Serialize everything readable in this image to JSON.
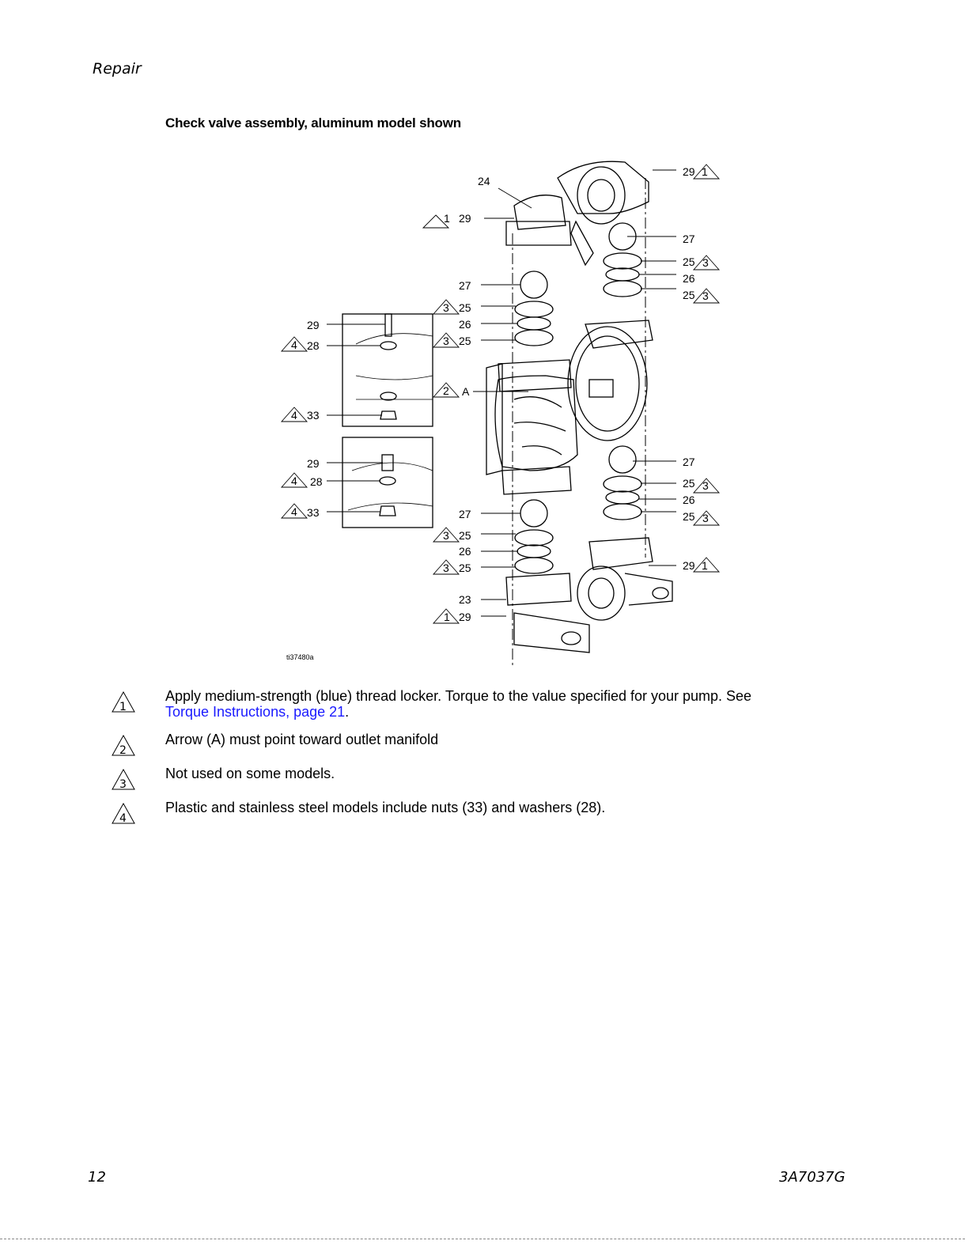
{
  "header": {
    "section": "Repair"
  },
  "figure": {
    "title": "Check valve assembly, aluminum model shown",
    "code": "ti37480a",
    "callouts": {
      "c24": "24",
      "c29_tl": "29",
      "c29_tr": "29",
      "c27_ru": "27",
      "c25_ru1": "25",
      "c26_ru": "26",
      "c25_ru2": "25",
      "c27_lu": "27",
      "c25_lu1": "25",
      "c26_lu": "26",
      "c25_lu2": "25",
      "cA": "A",
      "c29_i1": "29",
      "c28_i1": "28",
      "c33_i1": "33",
      "c29_i2": "29",
      "c28_i2": "28",
      "c33_i2": "33",
      "c27_rl": "27",
      "c25_rl1": "25",
      "c26_rl": "26",
      "c25_rl2": "25",
      "c29_br": "29",
      "c27_ll": "27",
      "c25_ll1": "25",
      "c26_ll": "26",
      "c25_ll2": "25",
      "c23": "23",
      "c29_bl": "29"
    },
    "flags": {
      "one": "1",
      "two": "2",
      "three": "3",
      "four": "4"
    }
  },
  "notes": [
    {
      "number": "1",
      "text": "Apply medium-strength (blue) thread locker.  Torque to the value specified for your pump.  See ",
      "link": "Torque Instructions, page 21",
      "suffix": "."
    },
    {
      "number": "2",
      "text": "Arrow (A) must point toward outlet manifold"
    },
    {
      "number": "3",
      "text": "Not used on some models."
    },
    {
      "number": "4",
      "text": "Plastic and stainless steel models include nuts (33) and washers (28)."
    }
  ],
  "footer": {
    "page": "12",
    "doc_number": "3A7037G"
  }
}
